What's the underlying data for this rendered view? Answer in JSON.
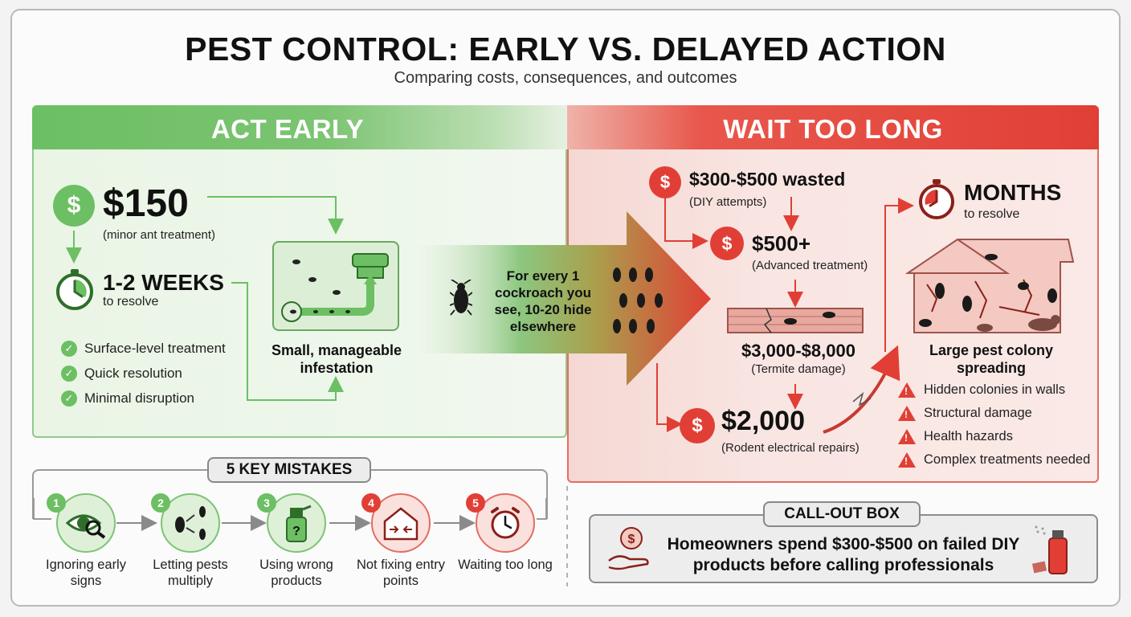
{
  "title": "PEST CONTROL: EARLY VS. DELAYED ACTION",
  "subtitle": "Comparing costs, consequences, and outcomes",
  "early": {
    "header": "ACT EARLY",
    "cost": "$150",
    "cost_note": "(minor ant treatment)",
    "time": "1-2 WEEKS",
    "time_note": "to resolve",
    "checks": [
      "Surface-level treatment",
      "Quick resolution",
      "Minimal disruption"
    ],
    "infestation_label": "Small, manageable infestation"
  },
  "arrow_text": "For every 1 cockroach you see, 10-20 hide elsewhere",
  "late": {
    "header": "WAIT TOO LONG",
    "diy_cost": "$300-$500 wasted",
    "diy_note": "(DIY attempts)",
    "advanced_cost": "$500+",
    "advanced_note": "(Advanced treatment)",
    "termite_cost": "$3,000-$8,000",
    "termite_note": "(Termite damage)",
    "rodent_cost": "$2,000",
    "rodent_note": "(Rodent electrical repairs)",
    "time": "MONTHS",
    "time_note": "to resolve",
    "colony_label": "Large pest colony spreading",
    "warnings": [
      "Hidden colonies in walls",
      "Structural damage",
      "Health hazards",
      "Complex treatments needed"
    ]
  },
  "mistakes": {
    "title": "5 KEY MISTAKES",
    "items": [
      {
        "num": "1",
        "label": "Ignoring early signs"
      },
      {
        "num": "2",
        "label": "Letting pests multiply"
      },
      {
        "num": "3",
        "label": "Using wrong products"
      },
      {
        "num": "4",
        "label": "Not fixing entry points"
      },
      {
        "num": "5",
        "label": "Waiting too long"
      }
    ]
  },
  "callout": {
    "title": "CALL-OUT BOX",
    "text": "Homeowners spend $300-$500 on failed DIY products before calling professionals"
  },
  "icons": {
    "dollar": "dollar-icon",
    "stopwatch": "stopwatch-icon",
    "check": "check-icon",
    "warning": "warning-icon",
    "trap": "bait-trap-icon",
    "cockroach": "cockroach-icon",
    "house": "infested-house-icon",
    "eye": "magnifier-eye-icon",
    "bugs": "multiplying-bugs-icon",
    "spray": "spray-bottle-icon",
    "entry": "house-entry-icon",
    "alarm": "alarm-clock-icon",
    "hand": "hand-money-icon",
    "can": "spray-can-icon"
  },
  "colors": {
    "green": "#6cbf63",
    "red": "#e13f35"
  }
}
